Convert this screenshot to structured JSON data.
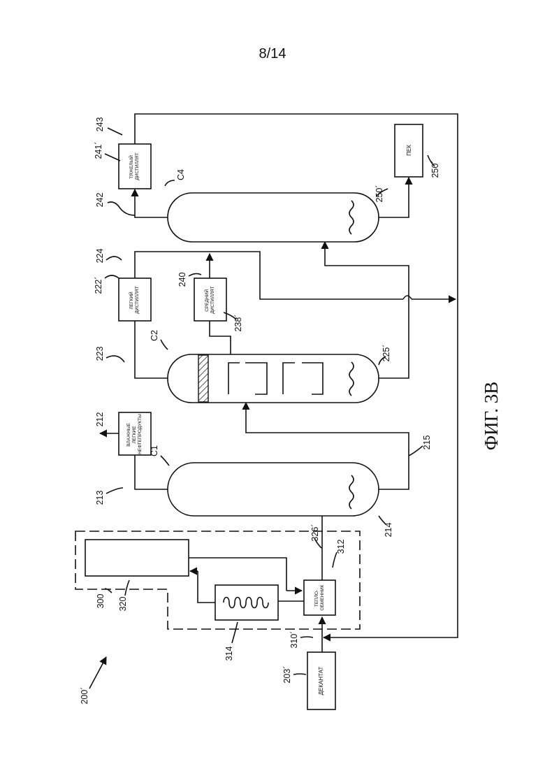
{
  "page_number": "8/14",
  "figure_caption": "ФИГ. 3В",
  "refs": {
    "r200": "200´",
    "r203": "203´",
    "r310": "310´",
    "r314": "314",
    "r300": "300",
    "r320": "320",
    "r326": "326´",
    "r312": "312",
    "r213": "213",
    "r212": "212",
    "rC1": "C1",
    "r214": "214",
    "r215": "215",
    "r223": "223",
    "r222": "222´",
    "r224": "224",
    "rC2": "C2",
    "r240": "240",
    "r238": "238´",
    "r225": "225´",
    "r242": "242",
    "r241": "241´",
    "r243": "243",
    "rC4": "C4",
    "r250a": "250´",
    "r250b": "250´"
  },
  "boxes": {
    "decantate": "ДЕКАНТАТ",
    "heat_exchanger": [
      "ТЕПЛО-",
      "ОБМЕННИК"
    ],
    "wet_light": [
      "ВЛАЖНЫЕ",
      "ЛЕГКИЕ",
      "НЕФТЕПРОДУКТЫ"
    ],
    "light_distillate": [
      "ЛЕГКИЙ",
      "ДИСТИЛЛЯТ"
    ],
    "middle_distillate": [
      "СРЕДНИЙ",
      "ДИСТИЛЛЯТ"
    ],
    "heavy_distillate": [
      "ТЯЖЕЛЫЙ",
      "ДИСТИЛЛЯТ"
    ],
    "pitch": "ПЕК"
  }
}
